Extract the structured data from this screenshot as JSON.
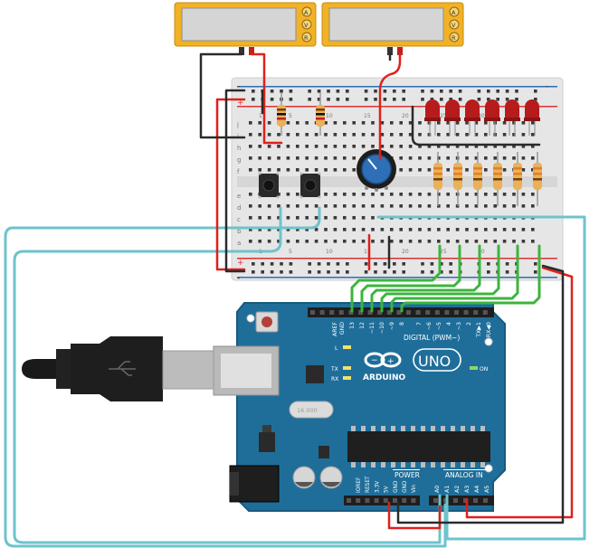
{
  "multimeters": [
    {
      "id": "meter-left",
      "display": "",
      "modes": [
        "A",
        "V",
        "R"
      ]
    },
    {
      "id": "meter-right",
      "display": "",
      "modes": [
        "A",
        "V",
        "R"
      ]
    }
  ],
  "breadboard": {
    "row_letters_top": [
      "j",
      "i",
      "h",
      "g",
      "f"
    ],
    "row_letters_bottom": [
      "e",
      "d",
      "c",
      "b",
      "a"
    ],
    "column_numbers": [
      "1",
      "5",
      "10",
      "15",
      "20",
      "25",
      "30"
    ],
    "rail_plus": "+",
    "rail_minus": "-"
  },
  "arduino": {
    "brand": "ARDUINO",
    "model": "UNO",
    "on_label": "ON",
    "led_labels": [
      "L",
      "TX",
      "RX"
    ],
    "digital_header": "DIGITAL (PWM~)",
    "aref": "AREF",
    "gnd": "GND",
    "digital_pins": [
      "13",
      "12",
      "~11",
      "~10",
      "~9",
      "8",
      "7",
      "~6",
      "~5",
      "4",
      "~3",
      "2",
      "TX▶1",
      "RX◀0"
    ],
    "power_header": "POWER",
    "power_pins": [
      "IOREF",
      "RESET",
      "3.3V",
      "5V",
      "GND",
      "GND",
      "Vin"
    ],
    "analog_header": "ANALOG IN",
    "analog_pins": [
      "A0",
      "A1",
      "A2",
      "A3",
      "A4",
      "A5"
    ],
    "crystal_label": "16.000"
  },
  "colors": {
    "wire_red": "#e0201b",
    "wire_black": "#2b2b2b",
    "wire_green": "#3cb43c",
    "wire_cyan": "#6ec3cc",
    "board_blue": "#1f6e9a",
    "meter_body": "#f2b225",
    "led_red": "#b71c1c",
    "resistor_body": "#e8b15a"
  }
}
